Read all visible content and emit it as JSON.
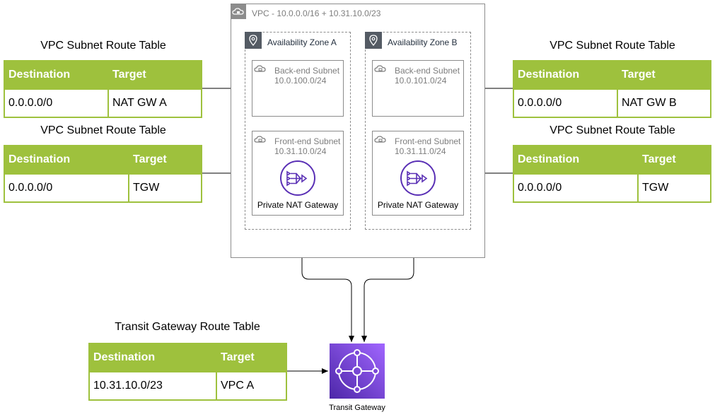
{
  "vpc": {
    "label": "VPC - 10.0.0.0/16 + 10.31.10.0/23"
  },
  "az_a": {
    "label": "Availability Zone A"
  },
  "az_b": {
    "label": "Availability Zone B"
  },
  "subnets": {
    "backend_a": {
      "name": "Back-end Subnet",
      "cidr": "10.0.100.0/24"
    },
    "backend_b": {
      "name": "Back-end Subnet",
      "cidr": "10.0.101.0/24"
    },
    "frontend_a": {
      "name": "Front-end Subnet",
      "cidr": "10.31.10.0/24",
      "nat_label": "Private NAT Gateway"
    },
    "frontend_b": {
      "name": "Front-end Subnet",
      "cidr": "10.31.11.0/24",
      "nat_label": "Private NAT Gateway"
    }
  },
  "route_tables": {
    "top_left": {
      "caption": "VPC Subnet Route Table",
      "headers": [
        "Destination",
        "Target"
      ],
      "row": [
        "0.0.0.0/0",
        "NAT GW A"
      ]
    },
    "mid_left": {
      "caption": "VPC Subnet Route Table",
      "headers": [
        "Destination",
        "Target"
      ],
      "row": [
        "0.0.0.0/0",
        "TGW"
      ]
    },
    "top_right": {
      "caption": "VPC Subnet Route Table",
      "headers": [
        "Destination",
        "Target"
      ],
      "row": [
        "0.0.0.0/0",
        "NAT GW B"
      ]
    },
    "mid_right": {
      "caption": "VPC Subnet Route Table",
      "headers": [
        "Destination",
        "Target"
      ],
      "row": [
        "0.0.0.0/0",
        "TGW"
      ]
    },
    "tgw": {
      "caption": "Transit Gateway Route Table",
      "headers": [
        "Destination",
        "Target"
      ],
      "row": [
        "10.31.10.0/23",
        "VPC A"
      ]
    }
  },
  "transit_gateway": {
    "label": "Transit Gateway"
  },
  "icons": {
    "vpc": "vpc-cloud-lock-icon",
    "az": "location-pin-icon",
    "subnet": "subnet-cloud-lock-icon",
    "nat": "nat-gateway-icon",
    "tgw": "transit-gateway-icon"
  },
  "colors": {
    "table_header": "#9ec13d",
    "nat": "#5a30b5",
    "tgw_from": "#4d27a8",
    "tgw_to": "#a166ff",
    "border": "#8c8c8c",
    "label": "#7d7d7d"
  }
}
